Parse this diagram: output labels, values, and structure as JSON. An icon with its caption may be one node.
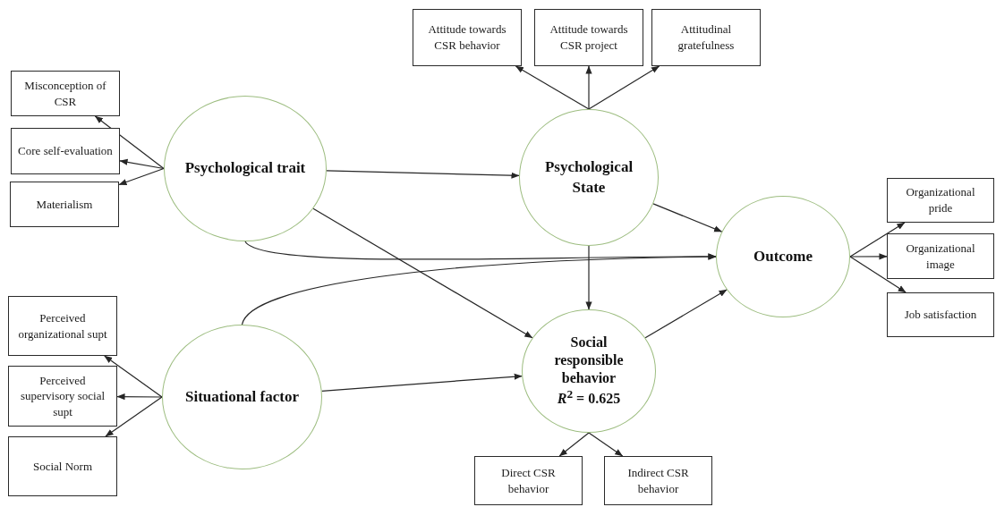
{
  "diagram": {
    "nodes": [
      {
        "text": [
          "Attitude towards CSR behavior"
        ]
      },
      {
        "text": [
          "Attitude towards CSR project"
        ]
      },
      {
        "text": [
          "Attitudinal gratefulness"
        ]
      },
      {
        "text": [
          "Misconception of CSR"
        ]
      },
      {
        "text": [
          "Core self-evaluation"
        ]
      },
      {
        "text": [
          "Materialism"
        ]
      },
      {
        "text": [
          "Psychological trait"
        ]
      },
      {
        "text": [
          "Psychological State"
        ]
      },
      {
        "text": [
          "Organizational pride"
        ]
      },
      {
        "text": [
          "Outcome"
        ]
      },
      {
        "text": [
          "Organizational image"
        ]
      },
      {
        "text": [
          "Perceived organizational supt"
        ]
      },
      {
        "text": [
          "Job satisfaction"
        ]
      },
      {
        "text": [
          "Social responsible behavior",
          "*R*$^{2}$ = 0.625"
        ]
      },
      {
        "text": [
          "Situational factor"
        ]
      },
      {
        "text": [
          "Perceived supervisory social supt"
        ]
      },
      {
        "text": [
          "Social Norm"
        ]
      },
      {
        "text": [
          "Direct CSR behavior"
        ]
      },
      {
        "text": [
          "Indirect CSR behavior"
        ]
      }
    ],
    "edges": [
      {
        "from": 6,
        "to": 3,
        "arrow": "to"
      },
      {
        "from": 6,
        "to": 4,
        "arrow": "to"
      },
      {
        "from": 6,
        "to": 5,
        "arrow": "to"
      },
      {
        "from": 7,
        "to": 0,
        "arrow": "to"
      },
      {
        "from": 7,
        "to": 1,
        "arrow": "to"
      },
      {
        "from": 7,
        "to": 2,
        "arrow": "to"
      },
      {
        "from": 6,
        "to": 7,
        "arrow": "to"
      },
      {
        "from": 6,
        "to": 13,
        "arrow": "to"
      },
      {
        "from": 6,
        "to": 9,
        "arrow": "to"
      },
      {
        "from": 14,
        "to": 9,
        "arrow": "to"
      },
      {
        "from": 14,
        "to": 13,
        "arrow": "to"
      },
      {
        "from": 14,
        "to": 11,
        "arrow": "to"
      },
      {
        "from": 14,
        "to": 15,
        "arrow": "to"
      },
      {
        "from": 14,
        "to": 16,
        "arrow": "to"
      },
      {
        "from": 7,
        "to": 13,
        "arrow": "to"
      },
      {
        "from": 7,
        "to": 9,
        "arrow": "to"
      },
      {
        "from": 13,
        "to": 9,
        "arrow": "to"
      },
      {
        "from": 13,
        "to": 17,
        "arrow": "to"
      },
      {
        "from": 13,
        "to": 18,
        "arrow": "to"
      },
      {
        "from": 9,
        "to": 8,
        "arrow": "to"
      },
      {
        "from": 9,
        "to": 10,
        "arrow": "to"
      },
      {
        "from": 9,
        "to": 12,
        "arrow": "to"
      }
    ]
  }
}
